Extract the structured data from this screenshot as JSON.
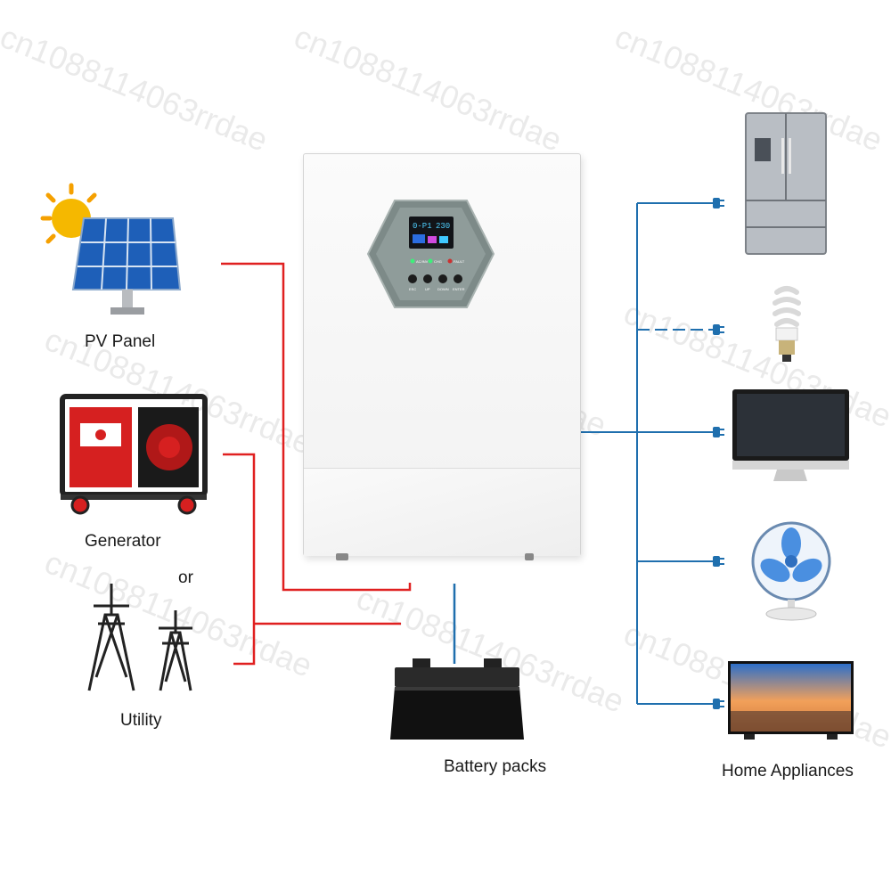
{
  "sources": {
    "pv_panel": "PV Panel",
    "generator": "Generator",
    "or": "or",
    "utility": "Utility"
  },
  "battery": {
    "label": "Battery packs"
  },
  "loads": {
    "label": "Home Appliances"
  },
  "inverter": {
    "display_left": "0-P1",
    "display_right": "230",
    "led_labels": [
      "AC/INV",
      "CHG",
      "FAULT"
    ],
    "button_labels": [
      "ESC",
      "UP",
      "DOWN",
      "ENTER"
    ]
  },
  "watermark": "cn1088114063rrdae",
  "colors": {
    "ac_wiring": "#e02020",
    "dc_wiring": "#1f6fae",
    "load_wiring": "#1f6fae"
  },
  "icons": [
    "sun-icon",
    "solar-panel-icon",
    "generator-icon",
    "transmission-tower-icon",
    "battery-icon",
    "refrigerator-icon",
    "light-bulb-icon",
    "monitor-icon",
    "fan-icon",
    "tv-icon",
    "plug-icon"
  ]
}
